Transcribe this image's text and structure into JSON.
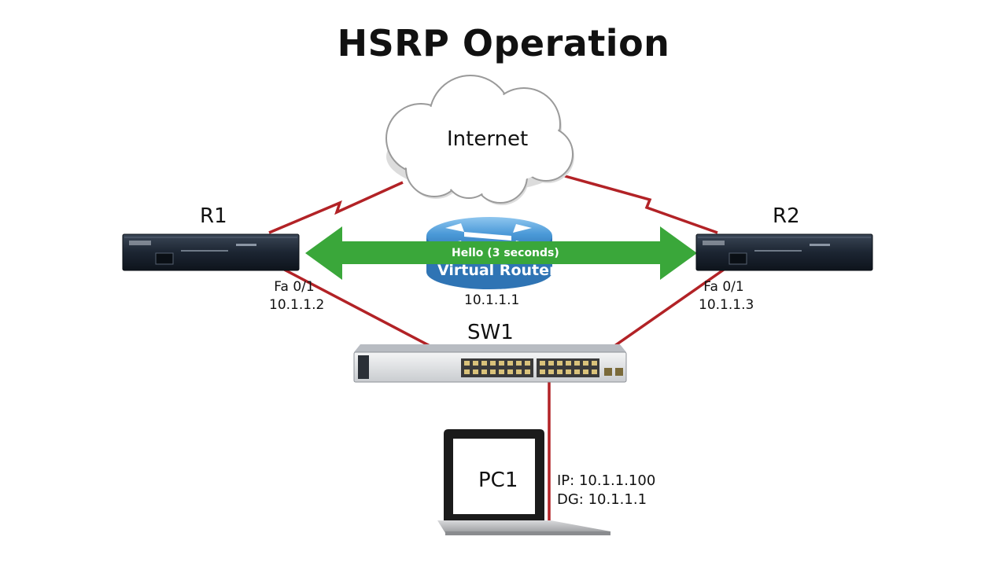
{
  "title": "HSRP Operation",
  "cloud": {
    "label": "Internet"
  },
  "routers": {
    "r1": {
      "name": "R1",
      "interface": "Fa 0/1",
      "ip": "10.1.1.2"
    },
    "r2": {
      "name": "R2",
      "interface": "Fa 0/1",
      "ip": "10.1.1.3"
    }
  },
  "virtual_router": {
    "label": "Virtual Router",
    "ip": "10.1.1.1"
  },
  "hello": {
    "label": "Hello (3 seconds)"
  },
  "switch": {
    "name": "SW1"
  },
  "pc": {
    "name": "PC1",
    "ip": "IP: 10.1.1.100",
    "dg": "DG: 10.1.1.1"
  },
  "colors": {
    "link": "#b22226",
    "arrow": "#3aa73a",
    "virtual_router": "#3e8fd0",
    "device": "#1c2532"
  }
}
